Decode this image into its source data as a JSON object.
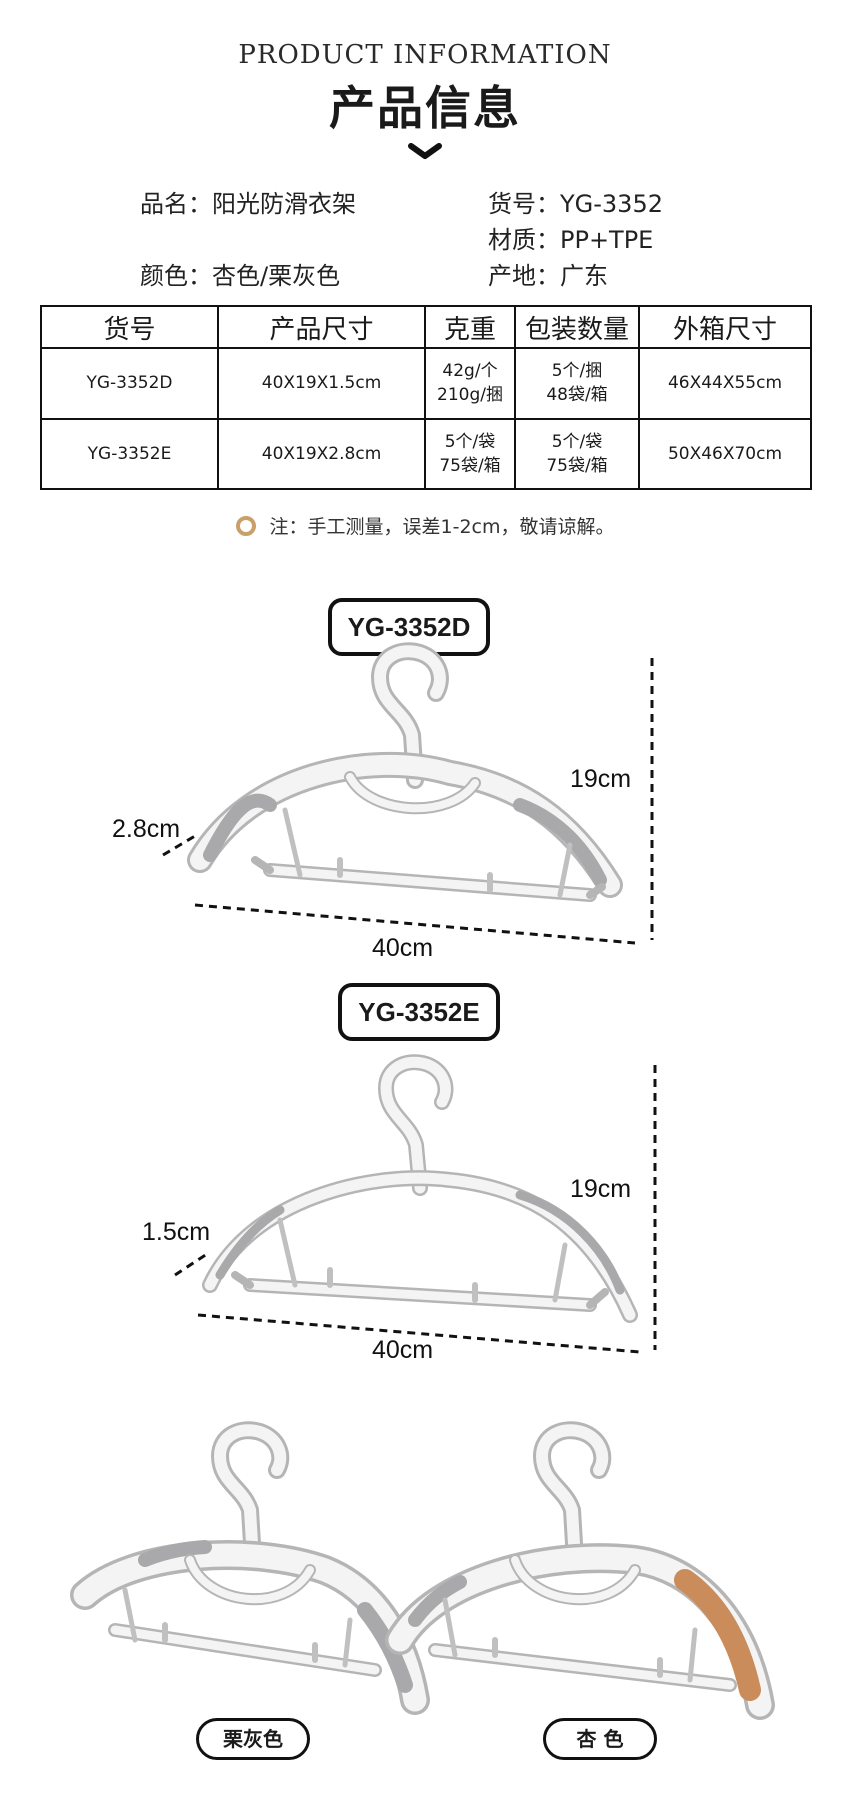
{
  "header": {
    "en_title": "PRODUCT INFORMATION",
    "cn_title": "产品信息"
  },
  "info": {
    "name": "品名：阳光防滑衣架",
    "item_no": "货号：YG-3352",
    "material": "材质：PP+TPE",
    "color": "颜色：杏色/栗灰色",
    "origin": "产地：广东"
  },
  "table": {
    "headers": [
      "货号",
      "产品尺寸",
      "克重",
      "包装数量",
      "外箱尺寸"
    ],
    "rows": [
      [
        "YG-3352D",
        "40X19X1.5cm",
        [
          "42g/个",
          "210g/捆"
        ],
        [
          "5个/捆",
          "48袋/箱"
        ],
        "46X44X55cm"
      ],
      [
        "YG-3352E",
        "40X19X2.8cm",
        [
          "5个/袋",
          "75袋/箱"
        ],
        [
          "5个/袋",
          "75袋/箱"
        ],
        "50X46X70cm"
      ]
    ]
  },
  "note": "注：手工测量，误差1-2cm，敬请谅解。",
  "diagrams": [
    {
      "model": "YG-3352D",
      "thickness": "2.8cm",
      "height": "19cm",
      "width": "40cm"
    },
    {
      "model": "YG-3352E",
      "thickness": "1.5cm",
      "height": "19cm",
      "width": "40cm"
    }
  ],
  "colors": [
    {
      "label": "栗灰色",
      "accent": "#a9a9ab"
    },
    {
      "label": "杏 色",
      "accent": "#c98c5a"
    }
  ],
  "palette": {
    "hanger_body": "#f4f4f4",
    "hanger_outline": "#b5b5b5",
    "note_dot": "#caa06a"
  }
}
